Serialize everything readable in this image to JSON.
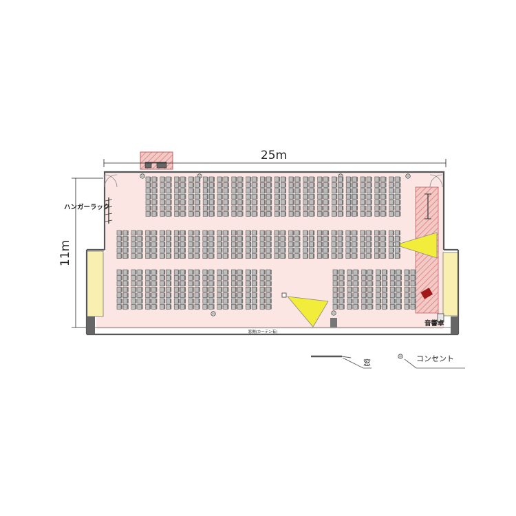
{
  "dimensions": {
    "width_label": "25m",
    "height_label": "11m"
  },
  "labels": {
    "hanger_rack": "ハンガーラック",
    "sound_desk": "音響卓",
    "window_wall": "窓側(カーテン有)"
  },
  "legend": {
    "window": "窓",
    "outlet": "コンセント"
  },
  "colors": {
    "floor": "#fbe6e4",
    "wall": "#555555",
    "chair_fill": "#bdbdbd",
    "chair_border": "#555555",
    "stage_hatch": "#e08a8a",
    "projector_light": "#f2ec3a",
    "side_panel": "#f8efb0",
    "desk_red": "#a01818"
  },
  "icons": [
    "outlet-icon",
    "projector-icon",
    "door-icon",
    "window-icon"
  ]
}
